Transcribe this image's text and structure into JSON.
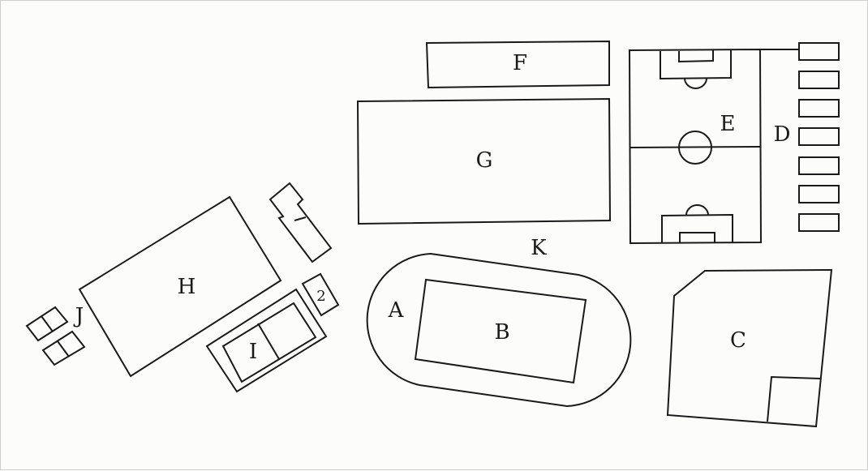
{
  "labels": {
    "a": "A",
    "b": "B",
    "c": "C",
    "d": "D",
    "e": "E",
    "f": "F",
    "g": "G",
    "h": "H",
    "i": "I",
    "j": "J",
    "k": "K",
    "two": "2"
  },
  "colors": {
    "line": "#1a1a1a",
    "background": "#fcfcfb"
  }
}
